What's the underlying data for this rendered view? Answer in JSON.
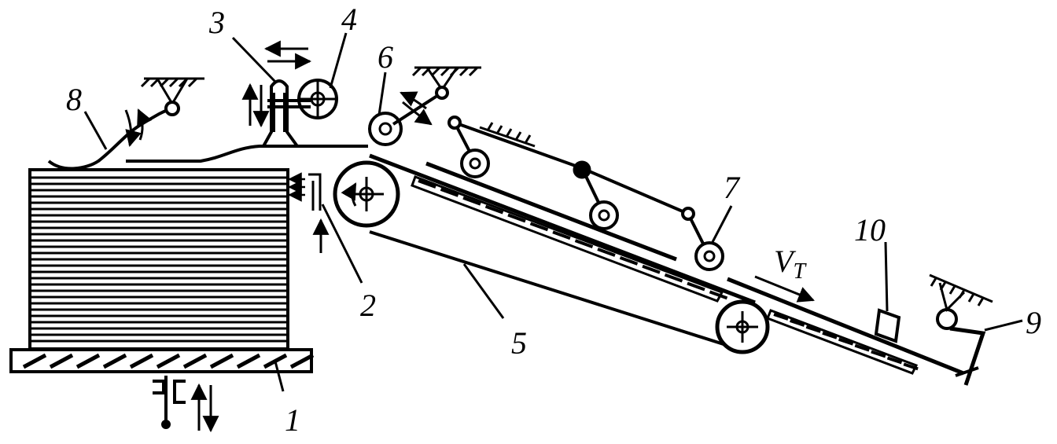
{
  "labels": {
    "n1": "1",
    "n2": "2",
    "n3": "3",
    "n4": "4",
    "n5": "5",
    "n6": "6",
    "n7": "7",
    "n8": "8",
    "n9": "9",
    "n10": "10",
    "velocity": "V",
    "velocity_sub": "T"
  }
}
